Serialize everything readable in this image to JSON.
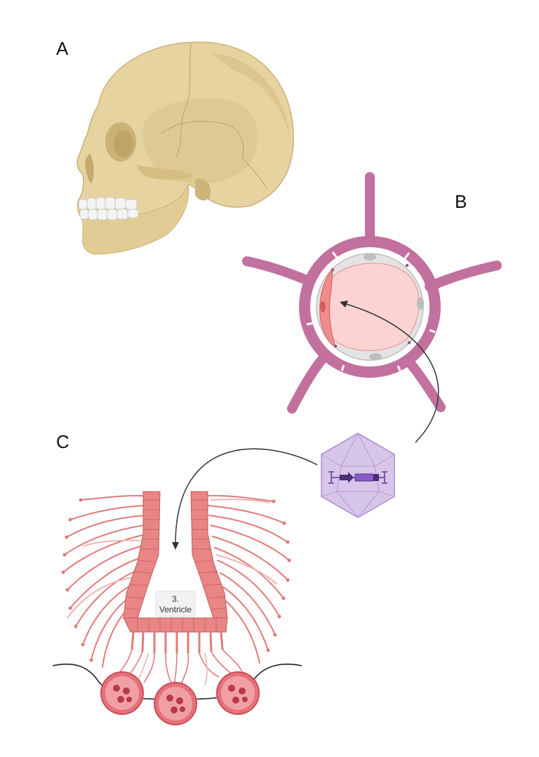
{
  "panels": {
    "a": {
      "letter": "A"
    },
    "b": {
      "letter": "B"
    },
    "c": {
      "letter": "C"
    }
  },
  "ventricle_label": {
    "line1": "3.",
    "line2": "Ventricle"
  },
  "colors": {
    "bone": "#e6d3a0",
    "bone_shade": "#d6bd82",
    "teeth": "#f4f4f4",
    "astrocyte": "#c2709e",
    "capillary_lumen": "#fbd3d3",
    "endothelium": "#d9d9d9",
    "virus": "#d8c5ea",
    "virus_edge": "#a88bcc",
    "tanycyte": "#e17a7a",
    "blood_cell": "#e7707a"
  }
}
